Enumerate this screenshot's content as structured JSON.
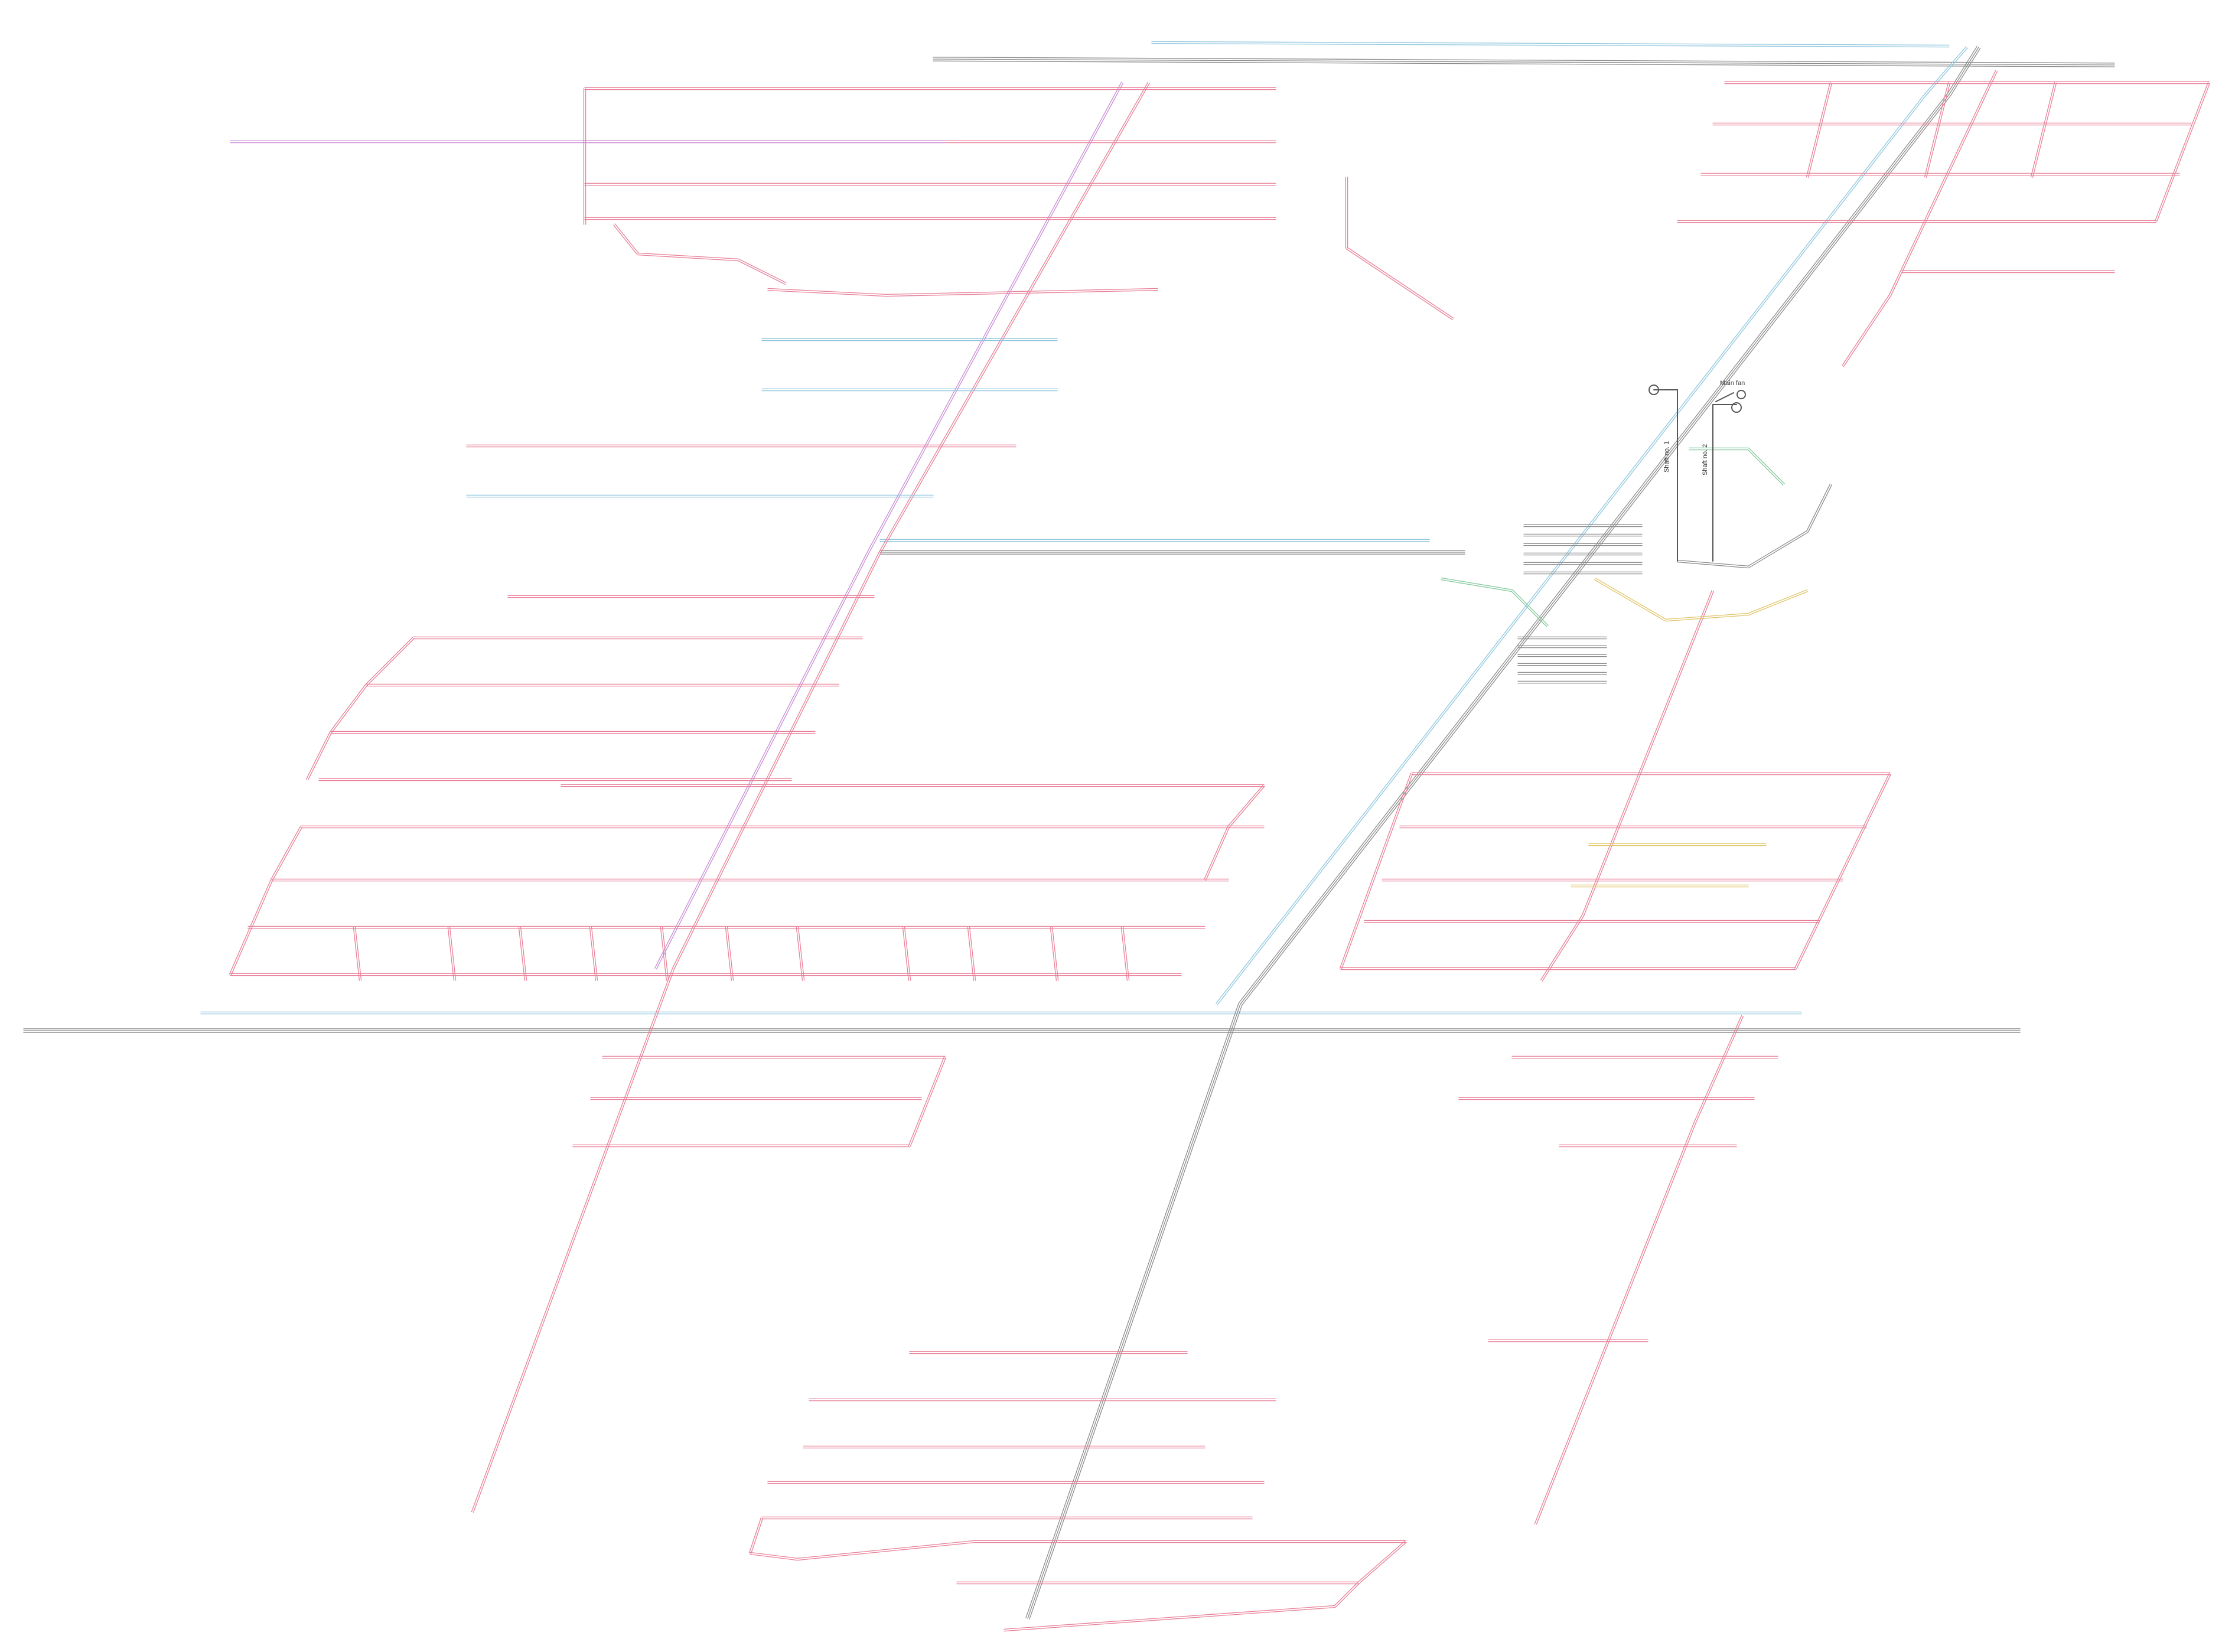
{
  "labels": {
    "main_fan": "Main fan",
    "shaft_1": "Shaft no. 1",
    "shaft_2": "Shaft no. 2"
  },
  "colors": {
    "background": "#ffffff",
    "drift_pink": "#e87f97",
    "drift_magenta": "#c98ad6",
    "drift_blue": "#8fc6dd",
    "drift_grey": "#8c8c8c",
    "drift_yellow": "#e0c56a",
    "drift_green": "#88c9a0",
    "drift_dark": "#444444"
  }
}
